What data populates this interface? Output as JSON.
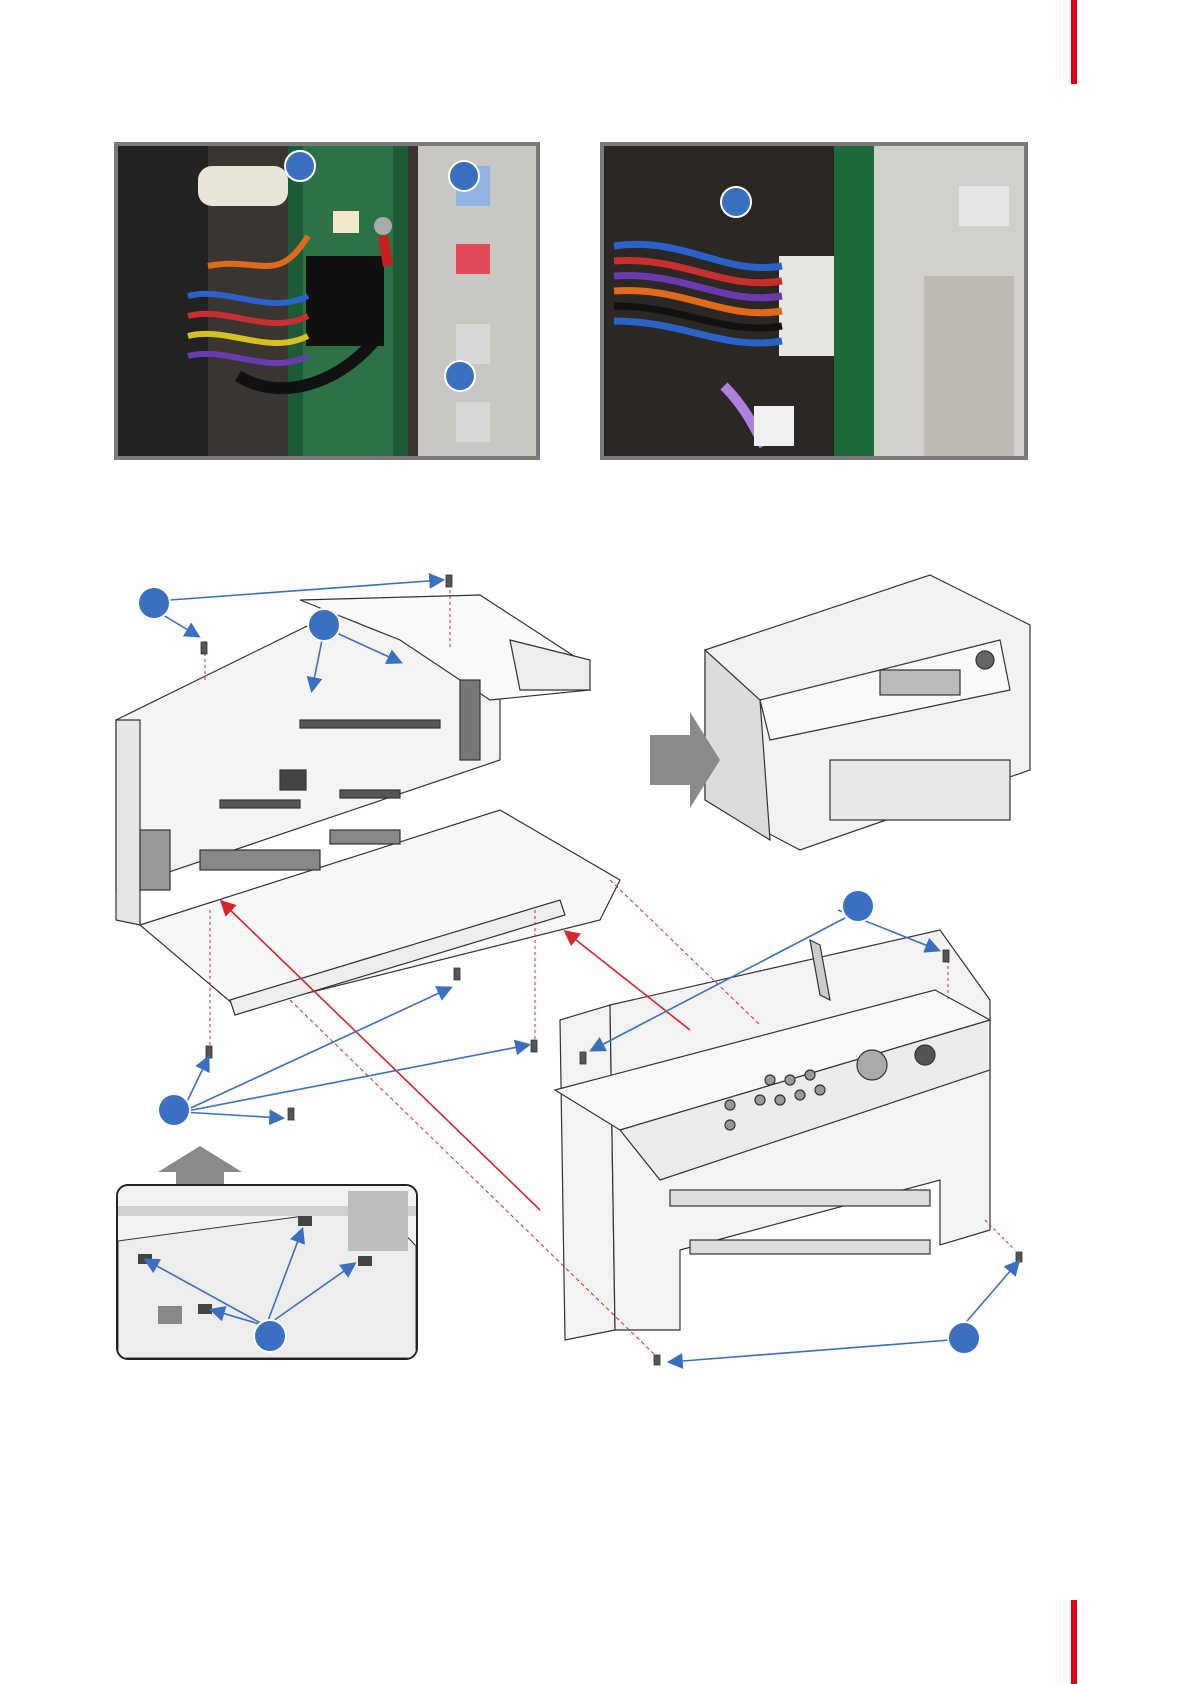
{
  "page": {
    "accent_color": "#e2001a",
    "callout_color": "#3b6fc0",
    "leader_color": "#3b6fc0",
    "assembly_arrow_color": "#d8262c"
  },
  "figures": [
    {
      "id": "photo-left",
      "description_icon": "cable-connector-photo"
    },
    {
      "id": "photo-right",
      "description_icon": "ribbon-connector-photo"
    },
    {
      "id": "exploded-assembly",
      "description_icon": "chassis-exploded-view"
    }
  ]
}
